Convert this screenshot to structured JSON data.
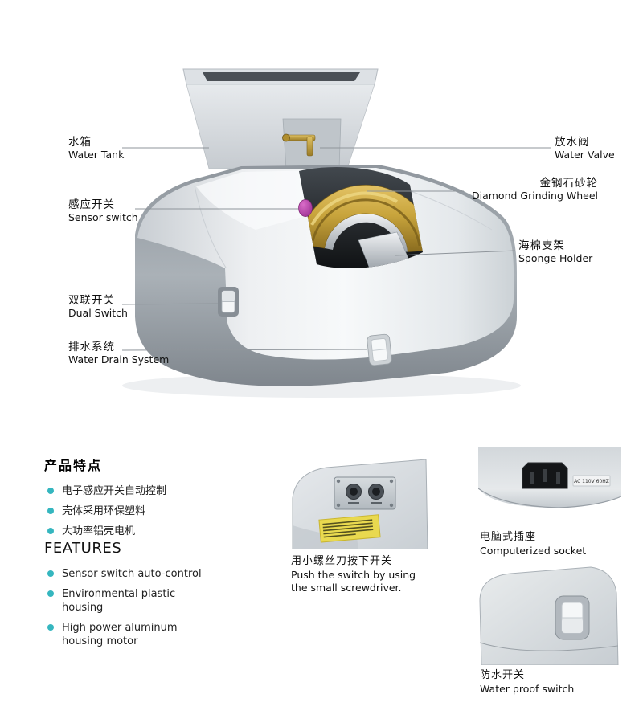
{
  "callouts": {
    "water_tank": {
      "zh": "水箱",
      "en": "Water Tank"
    },
    "sensor_switch": {
      "zh": "感应开关",
      "en": "Sensor switch"
    },
    "dual_switch": {
      "zh": "双联开关",
      "en": "Dual Switch"
    },
    "water_drain": {
      "zh": "排水系统",
      "en": "Water Drain System"
    },
    "water_valve": {
      "zh": "放水阀",
      "en": "Water Valve"
    },
    "grinding_wheel": {
      "zh": "金钢石砂轮",
      "en": "Diamond Grinding Wheel"
    },
    "sponge_holder": {
      "zh": "海棉支架",
      "en": "Sponge Holder"
    }
  },
  "features_zh": {
    "title": "产品特点",
    "items": [
      "电子感应开关自动控制",
      "壳体采用环保塑料",
      "大功率铝壳电机"
    ]
  },
  "features_en": {
    "title": "FEATURES",
    "items": [
      "Sensor switch auto-control",
      "Environmental plastic housing",
      "High power aluminum housing motor"
    ]
  },
  "closeups": {
    "push_switch": {
      "caption_zh": "用小螺丝刀按下开关",
      "caption_en": "Push the switch by using the small screwdriver."
    },
    "socket": {
      "caption_zh": "电脑式插座",
      "caption_en": "Computerized socket",
      "plate_label": "AC 110V 60HZ"
    },
    "waterproof": {
      "caption_zh": "防水开关",
      "caption_en": "Water proof switch"
    }
  },
  "colors": {
    "bullet_teal": "#35b6bf",
    "wheel_gold": "#c8a43c",
    "sensor_button_purple": "#a82f9d",
    "callout_line": "#8f959b",
    "machine_base_gray": "#9aa1a8"
  }
}
